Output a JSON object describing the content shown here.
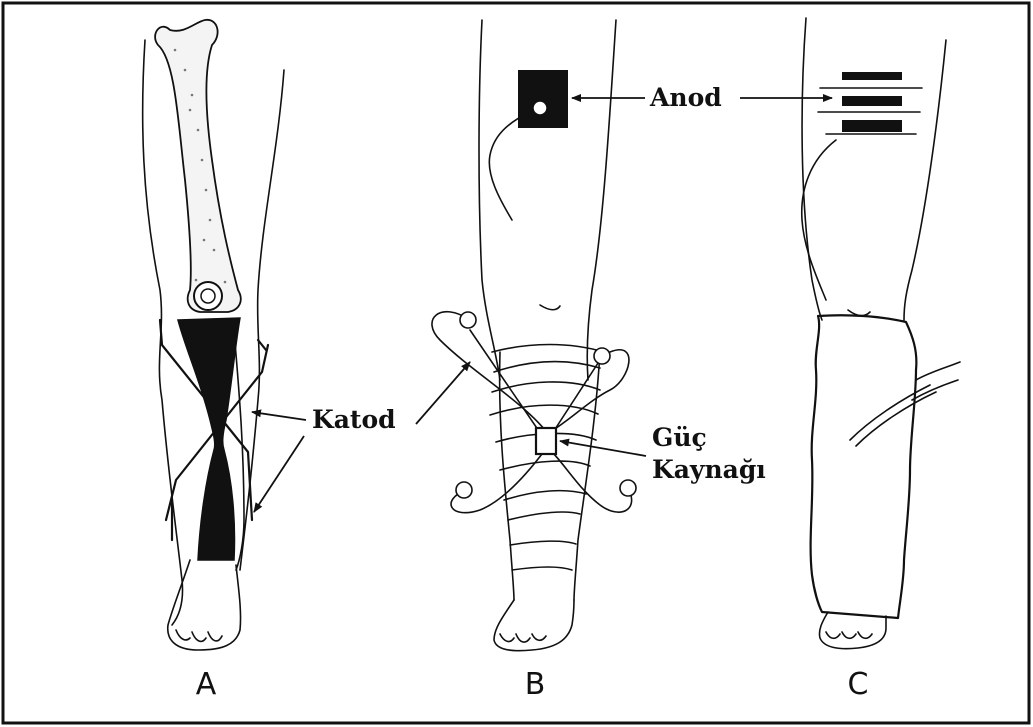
{
  "labels": {
    "katod": "Katod",
    "anod": "Anod",
    "guc_line1": "Güç",
    "guc_line2": "Kaynağı"
  },
  "panels": [
    "A",
    "B",
    "C"
  ]
}
